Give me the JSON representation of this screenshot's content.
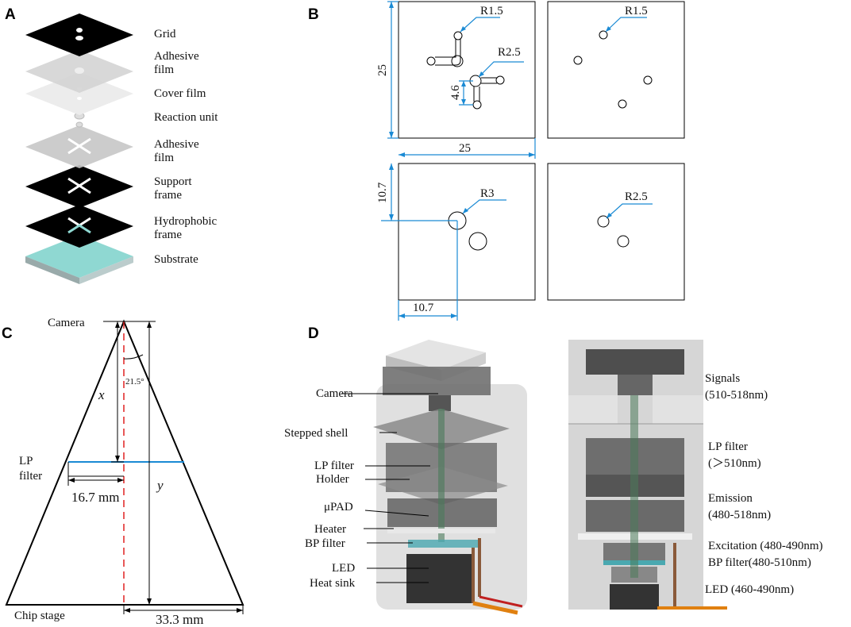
{
  "panels": {
    "a": "A",
    "b": "B",
    "c": "C",
    "d": "D"
  },
  "panel_a": {
    "layers": [
      "Grid",
      "Adhesive\nfilm",
      "Cover film",
      "Reaction unit",
      "Adhesive\nfilm",
      "Support\nframe",
      "Hydrophobic\nframe",
      "Substrate"
    ]
  },
  "panel_b": {
    "r_labels": [
      "R1.5",
      "R2.5",
      "R1.5",
      "R3",
      "R2.5"
    ],
    "dim_25_v": "25",
    "dim_25_h": "25",
    "dim_46": "4.6",
    "dim_107_v": "10.7",
    "dim_107_h": "10.7"
  },
  "panel_c": {
    "camera": "Camera",
    "angle": "21.5°",
    "x": "x",
    "y": "y",
    "lp_filter": "LP\nfilter",
    "dim_167": "16.7 mm",
    "chip_stage": "Chip stage",
    "dim_333": "33.3 mm"
  },
  "panel_d": {
    "left_labels": [
      "Camera",
      "Stepped shell",
      "LP filter",
      "Holder",
      "μPAD",
      "Heater",
      "BP filter",
      "LED",
      "Heat sink"
    ],
    "right_labels": [
      "Signals\n(510-518nm)",
      "LP filter\n(＞510nm)",
      "Emission\n(480-518nm)",
      "Excitation (480-490nm)\nBP filter(480-510nm)",
      "LED (460-490nm)"
    ]
  },
  "colors": {
    "dimension_blue": "#1a8ad4",
    "substrate": "#8fd8d2",
    "lp_line": "#1a8ad4",
    "centerline": "#e02020"
  }
}
